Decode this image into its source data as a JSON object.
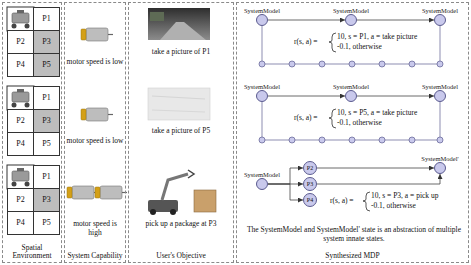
{
  "diagram": {
    "nodes": [
      {
        "text": [
          "Spatial Environment"
        ]
      },
      {
        "text": [
          "P1"
        ],
        "in": 0
      },
      {
        "text": [
          "P2"
        ],
        "in": 0
      },
      {
        "text": [
          "P3"
        ],
        "in": 0
      },
      {
        "text": [
          "P4"
        ],
        "in": 0
      },
      {
        "text": [
          "P5"
        ],
        "in": 0
      },
      {
        "text": [
          "P1"
        ],
        "in": 0
      },
      {
        "text": [
          "P2"
        ],
        "in": 0
      },
      {
        "text": [
          "P3"
        ],
        "in": 0
      },
      {
        "text": [
          "P4"
        ],
        "in": 0
      },
      {
        "text": [
          "P5"
        ],
        "in": 0
      },
      {
        "text": [
          "P1"
        ],
        "in": 0
      },
      {
        "text": [
          "P2"
        ],
        "in": 0
      },
      {
        "text": [
          "P3"
        ],
        "in": 0
      },
      {
        "text": [
          "P4"
        ],
        "in": 0
      },
      {
        "text": [
          "P5"
        ],
        "in": 0
      },
      {
        "text": [
          "System Capability"
        ]
      },
      {
        "text": [
          "User's Objective"
        ]
      },
      {
        "text": [
          "Synthesized MDP"
        ]
      },
      {
        "text": [
          "SystemModel"
        ],
        "in": 18
      },
      {
        "text": [
          "SystemModel"
        ],
        "in": 18
      },
      {
        "text": [
          "SystemModel"
        ],
        "in": 18
      },
      {
        "text": [
          "SystemModel"
        ],
        "in": 18
      },
      {
        "text": [
          "SystemModel"
        ],
        "in": 18
      },
      {
        "text": [
          "SystemModel"
        ],
        "in": 18
      },
      {
        "text": [
          "SystemModel"
        ],
        "in": 18
      },
      {
        "text": [
          "P2"
        ],
        "in": 18
      },
      {
        "text": [
          "P3"
        ],
        "in": 18
      },
      {
        "text": [
          "P4"
        ],
        "in": 18
      },
      {
        "text": [
          "SystemModel'"
        ],
        "in": 18
      }
    ],
    "edges": [
      {
        "from": 19,
        "to": 20,
        "arrow": "to"
      },
      {
        "from": 20,
        "to": 21,
        "arrow": "to"
      },
      {
        "from": 22,
        "to": 23,
        "arrow": "to"
      },
      {
        "from": 23,
        "to": 24,
        "arrow": "to"
      },
      {
        "from": 25,
        "to": 26,
        "arrow": "to"
      },
      {
        "from": 25,
        "to": 27,
        "arrow": "to"
      },
      {
        "from": 25,
        "to": 28,
        "arrow": "to"
      },
      {
        "from": 26,
        "to": 29,
        "arrow": "to"
      },
      {
        "from": 27,
        "to": 29,
        "arrow": "to"
      }
    ],
    "labels": [
      "motor speed is low",
      "motor speed is low",
      "motor speed is high",
      "take a picture of P1",
      "take a picture of P5",
      "pick up a package at P3",
      "r(s, a) =",
      "10, s = P1, a = take picture",
      "-0.1, otherwise",
      "r(s, a) =",
      "10, s = P5, a = take picture",
      "-0.1, otherwise",
      "r(s, a) =",
      "10, s = P3, a = pick up",
      "-0.1, otherwise",
      "The SystemModel and SystemModel' state is an abstraction of multiple system innate states."
    ]
  }
}
